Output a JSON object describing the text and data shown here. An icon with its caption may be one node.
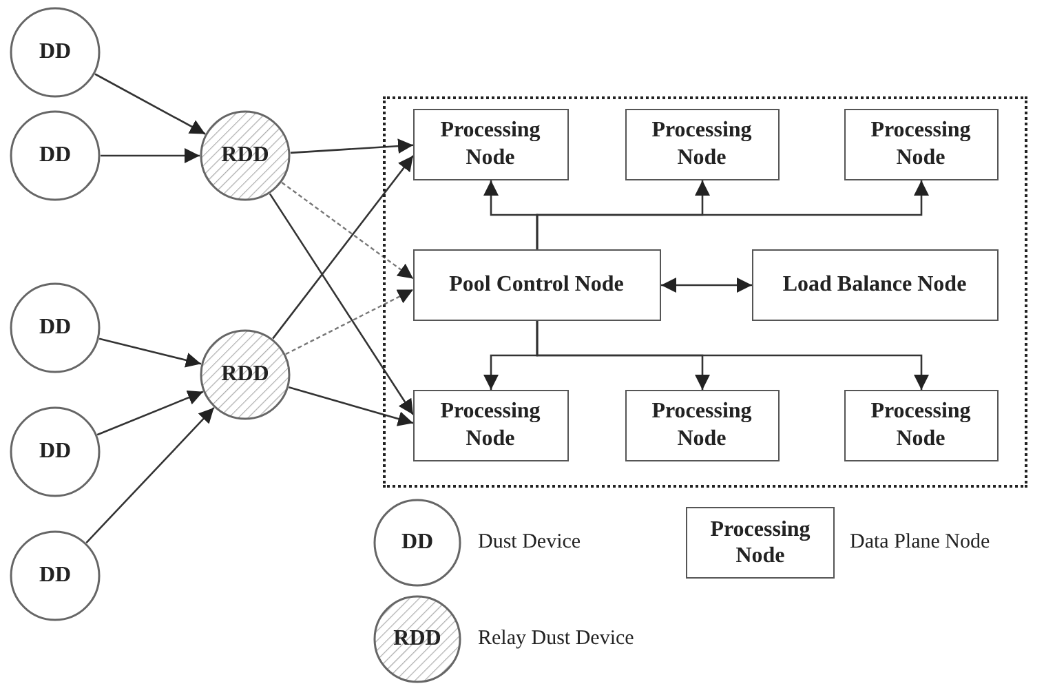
{
  "diagram": {
    "nodes": [
      {
        "text": [
          "DD"
        ]
      },
      {
        "text": [
          "DD"
        ]
      },
      {
        "text": [
          "DD"
        ]
      },
      {
        "text": [
          "DD"
        ]
      },
      {
        "text": [
          "DD"
        ]
      },
      {
        "text": [
          "RDD"
        ]
      },
      {
        "text": [
          "RDD"
        ]
      },
      {
        "text": [],
        "shape": "box"
      },
      {
        "text": [
          "Processing Node"
        ],
        "in": 7
      },
      {
        "text": [
          "Processing Node"
        ],
        "in": 7
      },
      {
        "text": [
          "Processing Node"
        ],
        "in": 7
      },
      {
        "text": [
          "Pool Control Node"
        ],
        "in": 7
      },
      {
        "text": [
          "Load Balance Node"
        ],
        "in": 7
      },
      {
        "text": [
          "Processing Node"
        ],
        "in": 7
      },
      {
        "text": [
          "Processing Node"
        ],
        "in": 7
      },
      {
        "text": [
          "Processing Node"
        ],
        "in": 7
      },
      {
        "text": [
          "DD"
        ],
        "beside": [
          "Dust Device"
        ]
      },
      {
        "text": [
          "Processing Node"
        ],
        "beside": [
          "Data Plane Node"
        ]
      },
      {
        "text": [
          "RDD"
        ],
        "beside": [
          "Relay Dust Device"
        ]
      }
    ],
    "edges": [
      {
        "from": 0,
        "to": 5,
        "arrow": "to"
      },
      {
        "from": 1,
        "to": 5,
        "arrow": "to"
      },
      {
        "from": 2,
        "to": 6,
        "arrow": "to"
      },
      {
        "from": 3,
        "to": 6,
        "arrow": "to"
      },
      {
        "from": 4,
        "to": 6,
        "arrow": "to"
      },
      {
        "from": 5,
        "to": 8,
        "arrow": "to"
      },
      {
        "from": 5,
        "to": 11,
        "arrow": "to",
        "style": "dashed"
      },
      {
        "from": 5,
        "to": 13,
        "arrow": "to"
      },
      {
        "from": 6,
        "to": 8,
        "arrow": "to"
      },
      {
        "from": 6,
        "to": 11,
        "arrow": "to",
        "style": "dashed"
      },
      {
        "from": 6,
        "to": 13,
        "arrow": "to"
      },
      {
        "from": 11,
        "to": 8,
        "arrow": "to"
      },
      {
        "from": 11,
        "to": 9,
        "arrow": "to"
      },
      {
        "from": 11,
        "to": 10,
        "arrow": "to"
      },
      {
        "from": 11,
        "to": 12,
        "arrow": "both"
      },
      {
        "from": 11,
        "to": 13,
        "arrow": "to"
      },
      {
        "from": 11,
        "to": 14,
        "arrow": "to"
      },
      {
        "from": 11,
        "to": 15,
        "arrow": "to"
      }
    ]
  }
}
